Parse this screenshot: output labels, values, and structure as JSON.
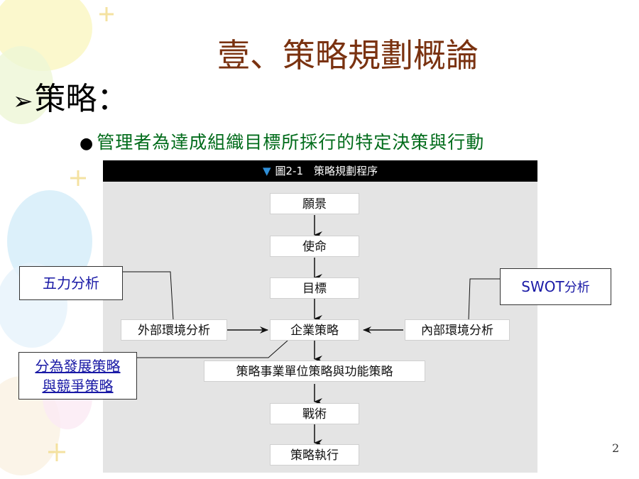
{
  "slide": {
    "title": "壹、策略規劃概論",
    "bullet_symbol": "➢",
    "heading": "策略：",
    "subbullet_symbol": "●",
    "subpoint": "管理者為達成組織目標所採行的特定決策與行動",
    "page_number": "2"
  },
  "figure": {
    "marker": "▼",
    "caption": "圖2-1　策略規劃程序",
    "nodes": {
      "vision": "願景",
      "mission": "使命",
      "goals": "目標",
      "corporate": "企業策略",
      "external": "外部環境分析",
      "internal": "內部環境分析",
      "business": "策略事業單位策略與功能策略",
      "tactics": "戰術",
      "execution": "策略執行"
    }
  },
  "callouts": {
    "five_forces": "五力分析",
    "swot_main": "SWOT",
    "swot_suffix": "分析",
    "split_line1": "分為發展策略",
    "split_line2": "與競爭策略"
  },
  "colors": {
    "title": "#7a3210",
    "subpoint": "#006b1a",
    "callout_text": "#1a1aa6",
    "figure_bg": "#e4e4e4",
    "marker": "#2f8fd8"
  }
}
